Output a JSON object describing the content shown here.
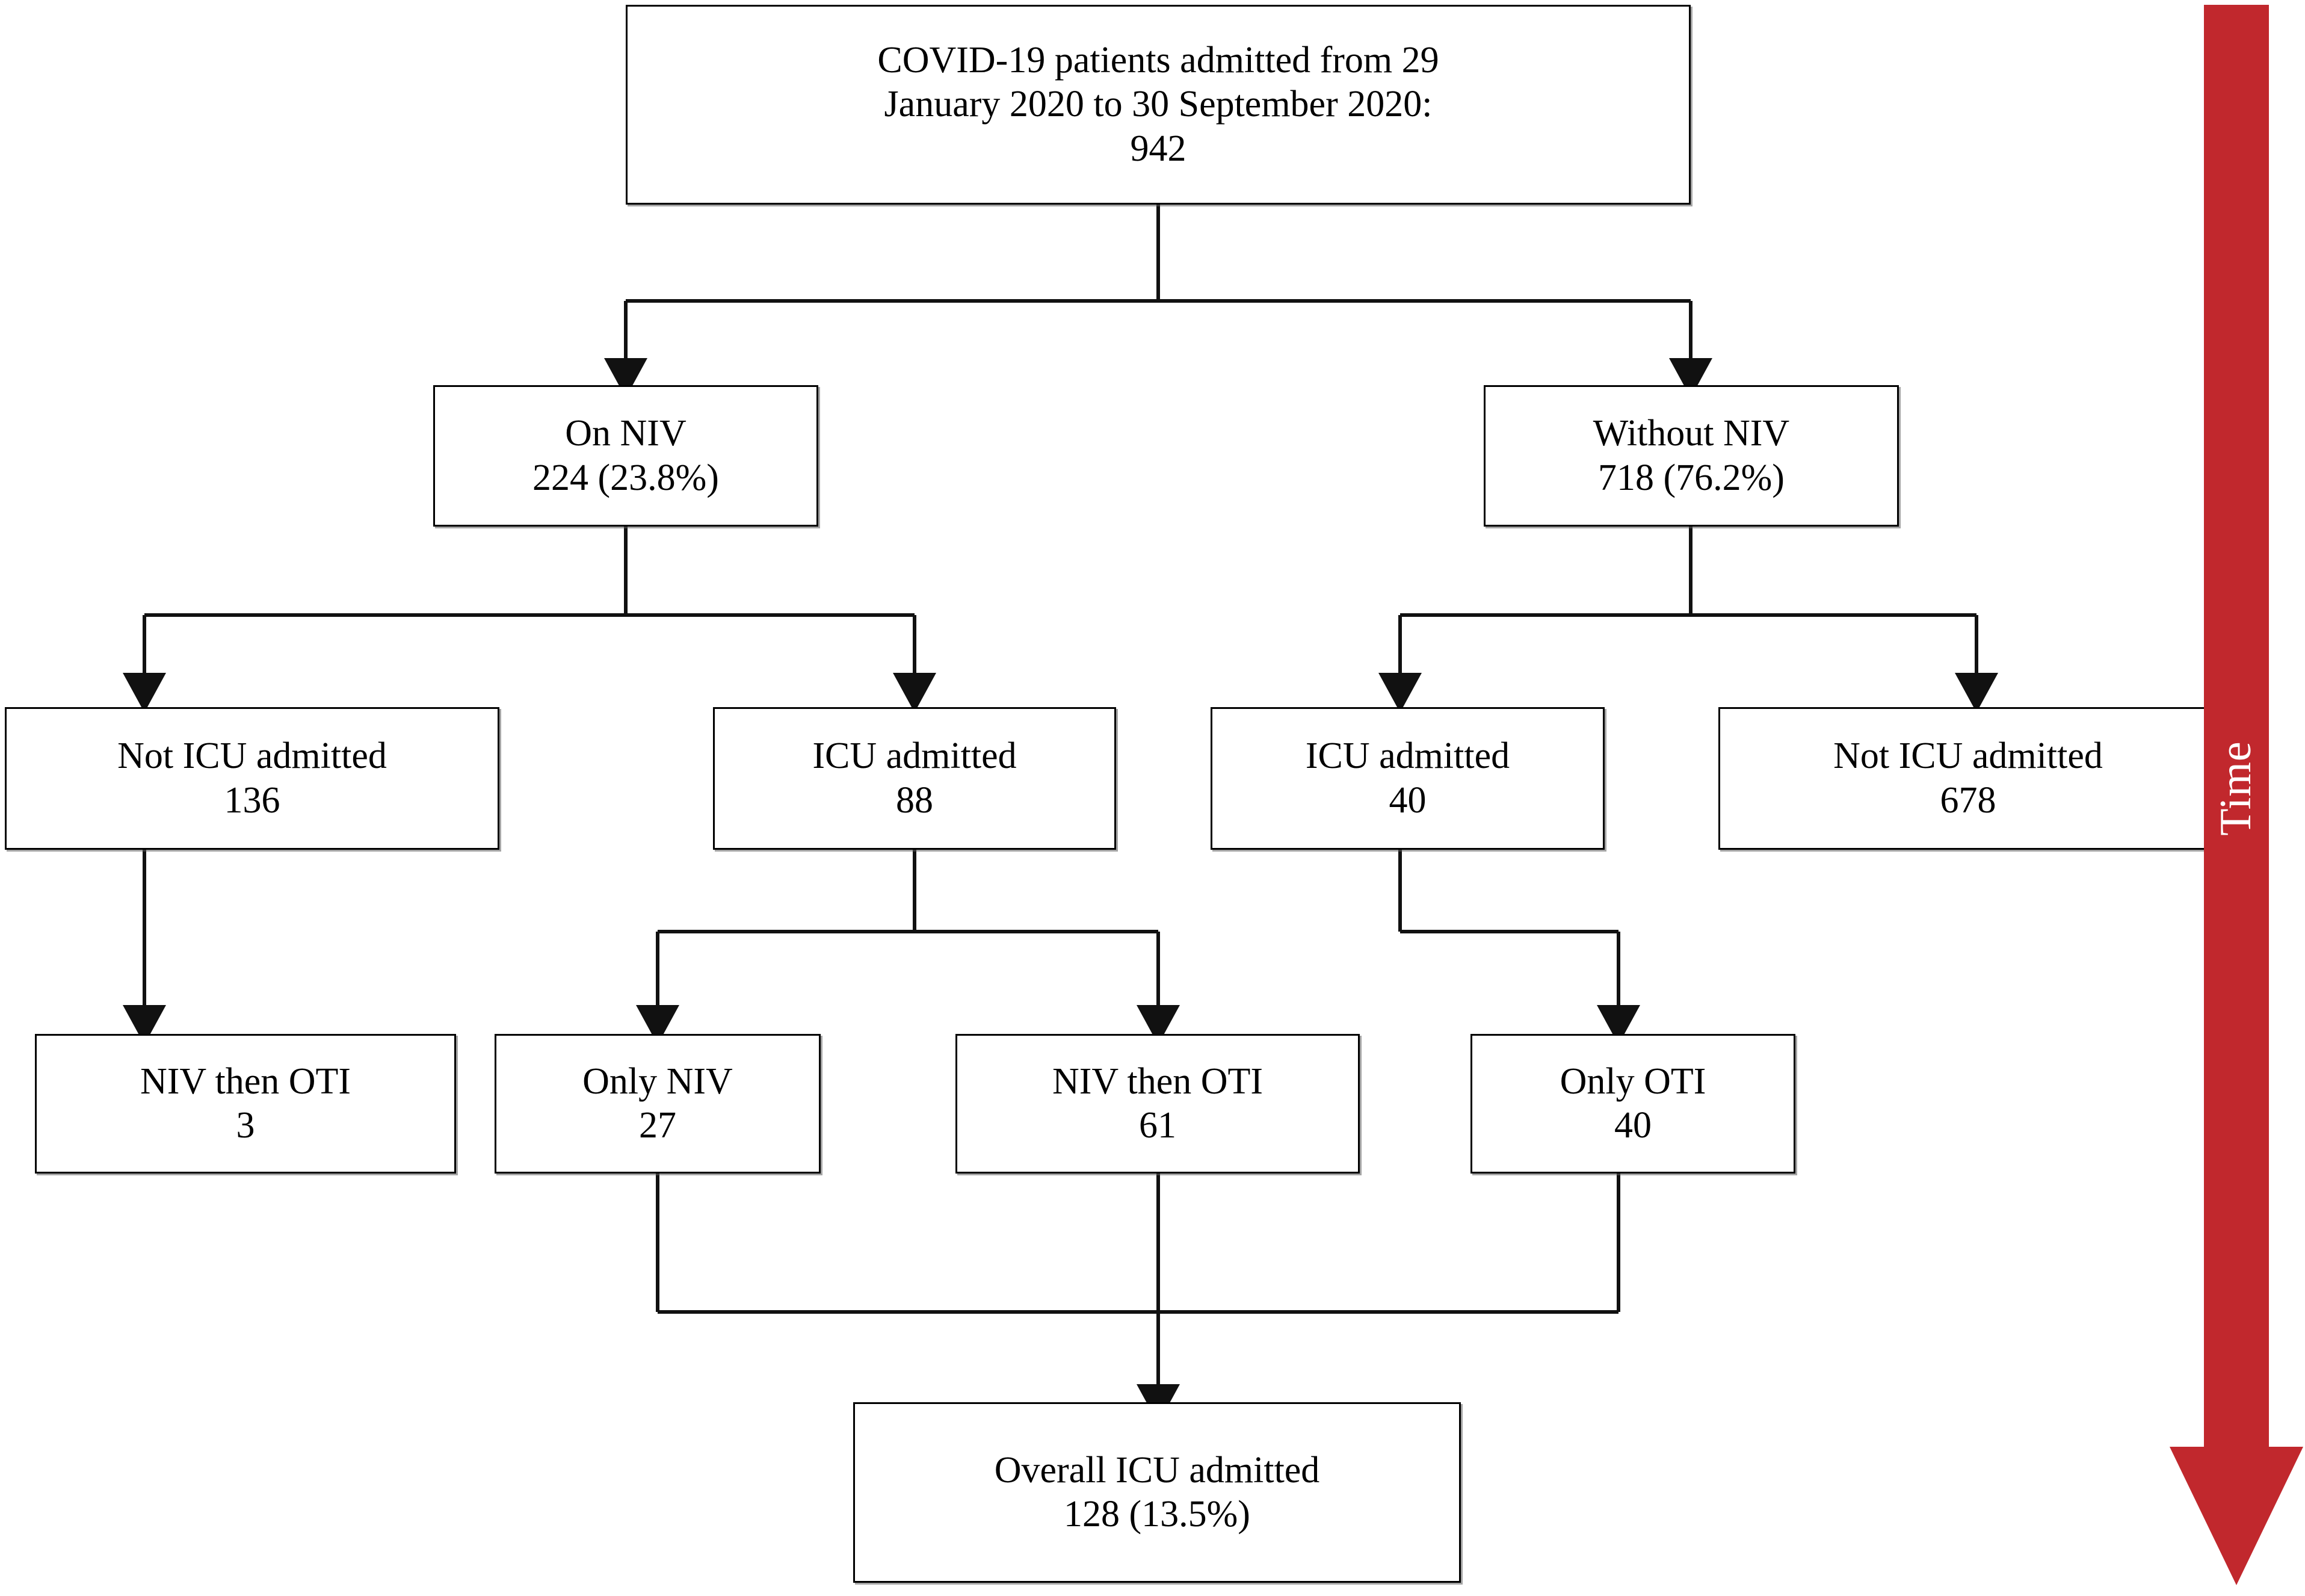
{
  "figure": {
    "type": "flowchart",
    "title": "COVID-19 patient ventilation and ICU admission flow",
    "axis_annotation": {
      "label": "Time",
      "direction": "downward",
      "color": "#c1282d"
    }
  },
  "nodes": {
    "root": {
      "line1": "COVID-19 patients admitted from 29",
      "line2": "January 2020 to 30 September 2020:",
      "line3": "942",
      "count": 942
    },
    "on_niv": {
      "line1": "On NIV",
      "line2": "224 (23.8%)",
      "count": 224,
      "percent": 23.8
    },
    "without_niv": {
      "line1": "Without NIV",
      "line2": "718 (76.2%)",
      "count": 718,
      "percent": 76.2
    },
    "niv_not_icu": {
      "line1": "Not ICU admitted",
      "line2": "136",
      "count": 136
    },
    "niv_icu": {
      "line1": "ICU admitted",
      "line2": "88",
      "count": 88
    },
    "nonniv_icu": {
      "line1": "ICU admitted",
      "line2": "40",
      "count": 40
    },
    "nonniv_not_icu": {
      "line1": "Not ICU admitted",
      "line2": "678",
      "count": 678
    },
    "niv_then_oti_ward": {
      "line1": "NIV then OTI",
      "line2": "3",
      "count": 3
    },
    "only_niv": {
      "line1": "Only NIV",
      "line2": "27",
      "count": 27
    },
    "niv_then_oti_icu": {
      "line1": "NIV then OTI",
      "line2": "61",
      "count": 61
    },
    "only_oti": {
      "line1": "Only OTI",
      "line2": "40",
      "count": 40
    },
    "overall_icu": {
      "line1": "Overall ICU admitted",
      "line2": "128 (13.5%)",
      "count": 128,
      "percent": 13.5
    }
  },
  "edges": [
    {
      "from": "root",
      "to": "on_niv"
    },
    {
      "from": "root",
      "to": "without_niv"
    },
    {
      "from": "on_niv",
      "to": "niv_not_icu"
    },
    {
      "from": "on_niv",
      "to": "niv_icu"
    },
    {
      "from": "without_niv",
      "to": "nonniv_icu"
    },
    {
      "from": "without_niv",
      "to": "nonniv_not_icu"
    },
    {
      "from": "niv_not_icu",
      "to": "niv_then_oti_ward"
    },
    {
      "from": "niv_icu",
      "to": "only_niv"
    },
    {
      "from": "niv_icu",
      "to": "niv_then_oti_icu"
    },
    {
      "from": "nonniv_icu",
      "to": "only_oti"
    },
    {
      "from": "only_niv",
      "to": "overall_icu"
    },
    {
      "from": "niv_then_oti_icu",
      "to": "overall_icu"
    },
    {
      "from": "only_oti",
      "to": "overall_icu"
    }
  ]
}
